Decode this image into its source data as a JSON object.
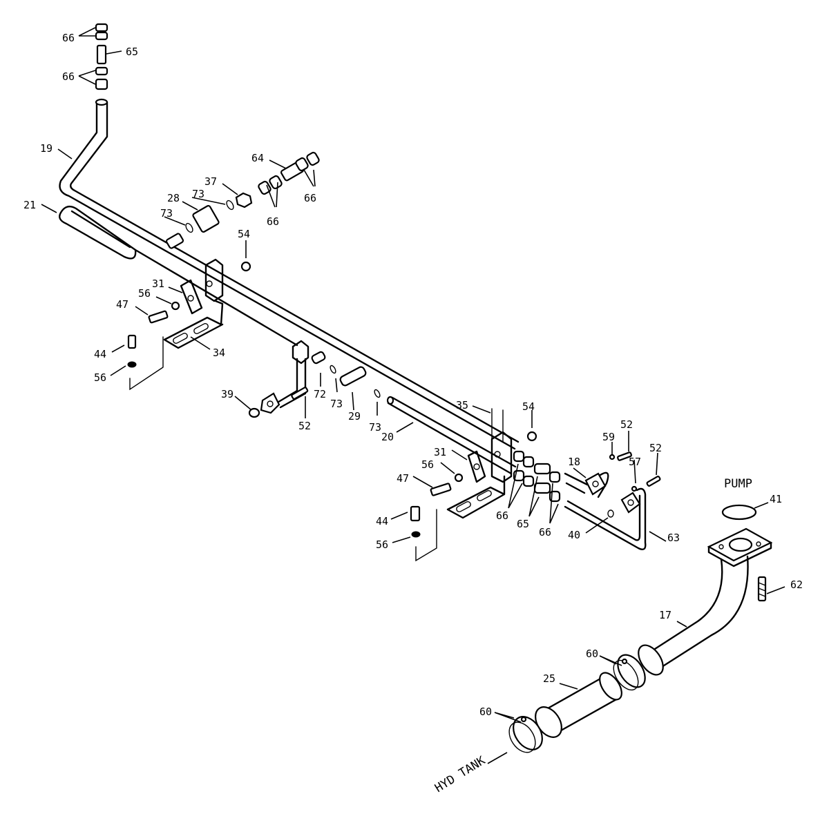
{
  "diagram": {
    "labels": [
      {
        "id": "l66a",
        "text": "66"
      },
      {
        "id": "l65a",
        "text": "65"
      },
      {
        "id": "l66b",
        "text": "66"
      },
      {
        "id": "l19",
        "text": "19"
      },
      {
        "id": "l21",
        "text": "21"
      },
      {
        "id": "l64",
        "text": "64"
      },
      {
        "id": "l37",
        "text": "37"
      },
      {
        "id": "l28",
        "text": "28"
      },
      {
        "id": "l73a",
        "text": "73"
      },
      {
        "id": "l73b",
        "text": "73"
      },
      {
        "id": "l66c",
        "text": "66"
      },
      {
        "id": "l66d",
        "text": "66"
      },
      {
        "id": "l54a",
        "text": "54"
      },
      {
        "id": "l31a",
        "text": "31"
      },
      {
        "id": "l56a",
        "text": "56"
      },
      {
        "id": "l47a",
        "text": "47"
      },
      {
        "id": "l44a",
        "text": "44"
      },
      {
        "id": "l56b",
        "text": "56"
      },
      {
        "id": "l34",
        "text": "34"
      },
      {
        "id": "l39",
        "text": "39"
      },
      {
        "id": "l72",
        "text": "72"
      },
      {
        "id": "l73c",
        "text": "73"
      },
      {
        "id": "l29",
        "text": "29"
      },
      {
        "id": "l73d",
        "text": "73"
      },
      {
        "id": "l52a",
        "text": "52"
      },
      {
        "id": "l20",
        "text": "20"
      },
      {
        "id": "l35",
        "text": "35"
      },
      {
        "id": "l54b",
        "text": "54"
      },
      {
        "id": "l31b",
        "text": "31"
      },
      {
        "id": "l56c",
        "text": "56"
      },
      {
        "id": "l47b",
        "text": "47"
      },
      {
        "id": "l44b",
        "text": "44"
      },
      {
        "id": "l56d",
        "text": "56"
      },
      {
        "id": "l66e",
        "text": "66"
      },
      {
        "id": "l65b",
        "text": "65"
      },
      {
        "id": "l66f",
        "text": "66"
      },
      {
        "id": "l18",
        "text": "18"
      },
      {
        "id": "l59",
        "text": "59"
      },
      {
        "id": "l52b",
        "text": "52"
      },
      {
        "id": "l57",
        "text": "57"
      },
      {
        "id": "l52c",
        "text": "52"
      },
      {
        "id": "l40",
        "text": "40"
      },
      {
        "id": "l63",
        "text": "63"
      },
      {
        "id": "lpump",
        "text": "PUMP"
      },
      {
        "id": "l41",
        "text": "41"
      },
      {
        "id": "l62",
        "text": "62"
      },
      {
        "id": "l17",
        "text": "17"
      },
      {
        "id": "l60a",
        "text": "60"
      },
      {
        "id": "l25",
        "text": "25"
      },
      {
        "id": "l60b",
        "text": "60"
      },
      {
        "id": "lhyd",
        "text": "HYD TANK"
      }
    ]
  }
}
